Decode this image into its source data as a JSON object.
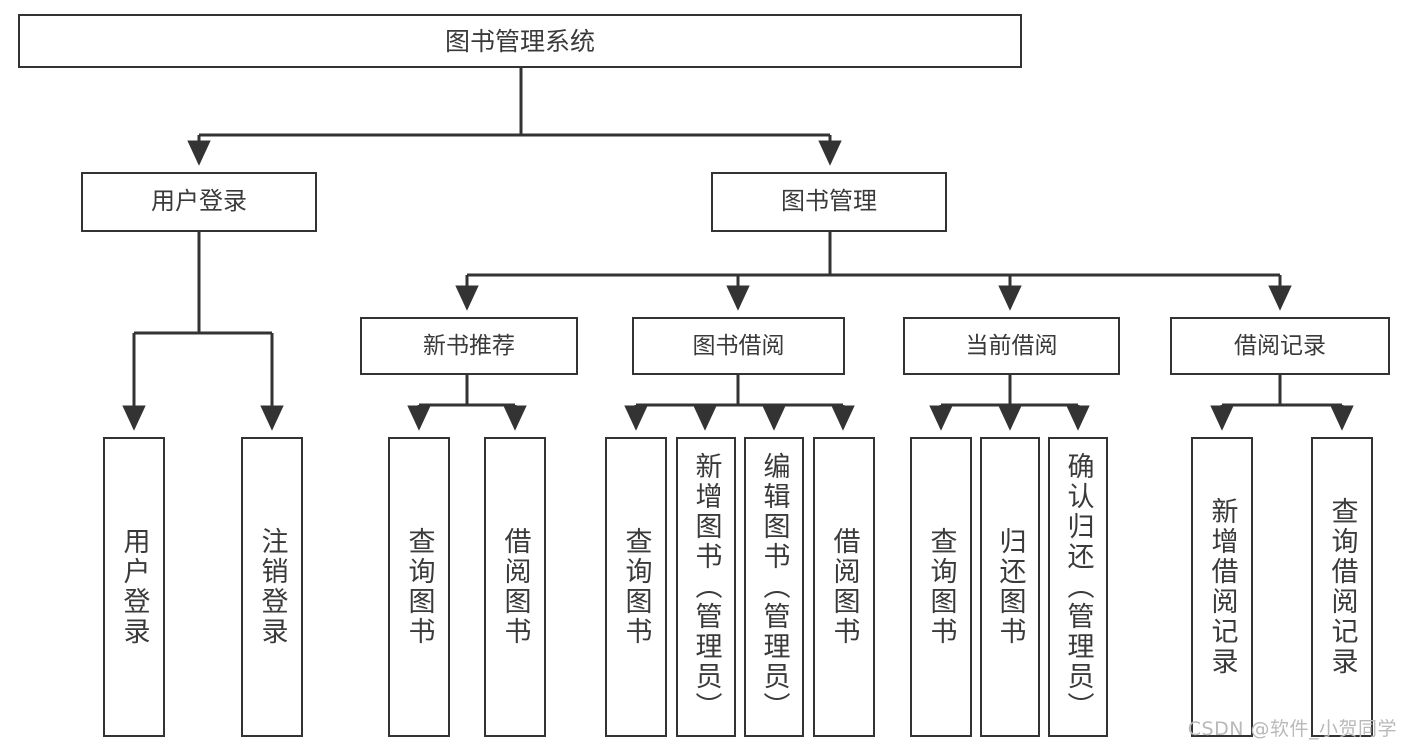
{
  "diagram": {
    "title": "图书管理系统",
    "root": {
      "label": "图书管理系统"
    },
    "level2": [
      {
        "label": "用户登录"
      },
      {
        "label": "图书管理"
      }
    ],
    "level3": [
      {
        "label": "新书推荐"
      },
      {
        "label": "图书借阅"
      },
      {
        "label": "当前借阅"
      },
      {
        "label": "借阅记录"
      }
    ],
    "leaves": [
      {
        "label": "用户登录"
      },
      {
        "label": "注销登录"
      },
      {
        "label": "查询图书"
      },
      {
        "label": "借阅图书"
      },
      {
        "label": "查询图书"
      },
      {
        "label": "新增图书（管理员）"
      },
      {
        "label": "编辑图书（管理员）"
      },
      {
        "label": "借阅图书"
      },
      {
        "label": "查询图书"
      },
      {
        "label": "归还图书"
      },
      {
        "label": "确认归还（管理员）"
      },
      {
        "label": "新增借阅记录"
      },
      {
        "label": "查询借阅记录"
      }
    ],
    "watermark": "CSDN @软件_小贺同学",
    "colors": {
      "border": "#333333",
      "text": "#3a3a3a",
      "background": "#ffffff",
      "watermark": "#b9b9b9"
    }
  }
}
